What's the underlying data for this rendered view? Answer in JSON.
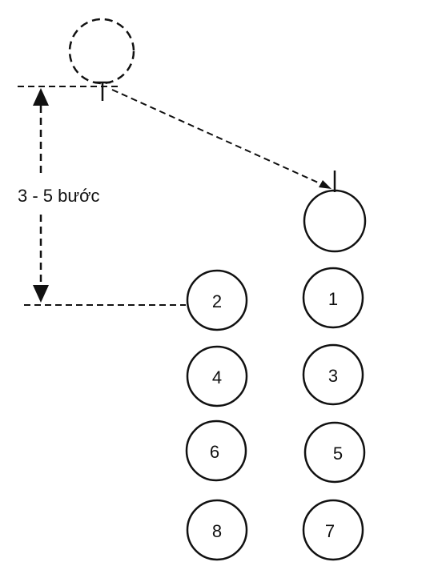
{
  "distance_label": "3 - 5 bước",
  "positions": [
    "1",
    "2",
    "3",
    "4",
    "5",
    "6",
    "7",
    "8"
  ],
  "colors": {
    "line": "#111111",
    "background": "#ffffff"
  }
}
